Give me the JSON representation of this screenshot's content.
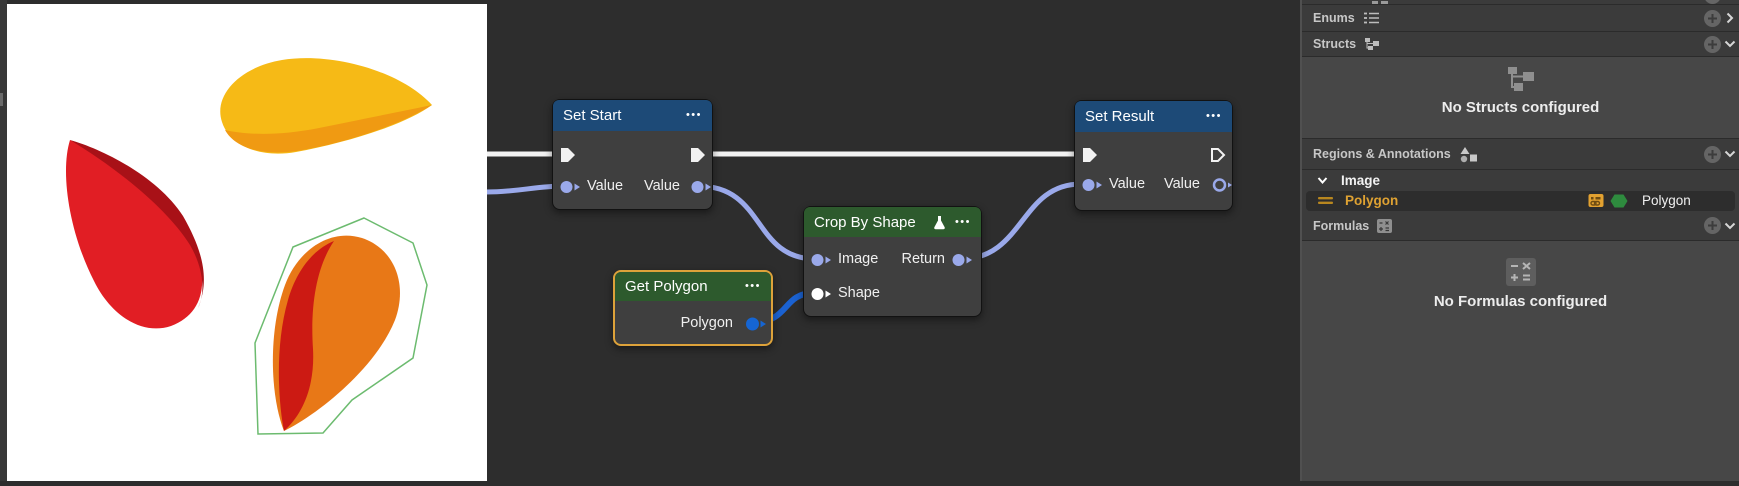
{
  "ui": {
    "menu_dots": "•••"
  },
  "editor": {
    "nodes": {
      "set_start": {
        "title": "Set Start",
        "value_in": "Value",
        "value_out": "Value"
      },
      "set_result": {
        "title": "Set Result",
        "value_in": "Value",
        "value_out": "Value"
      },
      "crop_by_shape": {
        "title": "Crop By Shape",
        "image_in": "Image",
        "return_out": "Return",
        "shape_in": "Shape"
      },
      "get_polygon": {
        "title": "Get Polygon",
        "polygon_out": "Polygon"
      }
    }
  },
  "panel": {
    "enums": {
      "label": "Enums"
    },
    "structs": {
      "label": "Structs",
      "empty_text": "No Structs configured"
    },
    "regions": {
      "label": "Regions & Annotations",
      "group_label": "Image",
      "item_name": "Polygon",
      "item_type": "Polygon"
    },
    "formulas": {
      "label": "Formulas",
      "empty_text": "No Formulas configured"
    }
  },
  "colors": {
    "exec_wire": "#f2f2f2",
    "value_wire": "#9aa9ea",
    "polygon_wire": "#1b62d1",
    "node_header_blue": "#1d4a77",
    "node_header_green": "#2d5a2d",
    "selected_node_border": "#dda23a",
    "polygon_port": "#1565d3",
    "annotation_accent": "#dfa232",
    "hexagon_green": "#2e8b3e"
  }
}
